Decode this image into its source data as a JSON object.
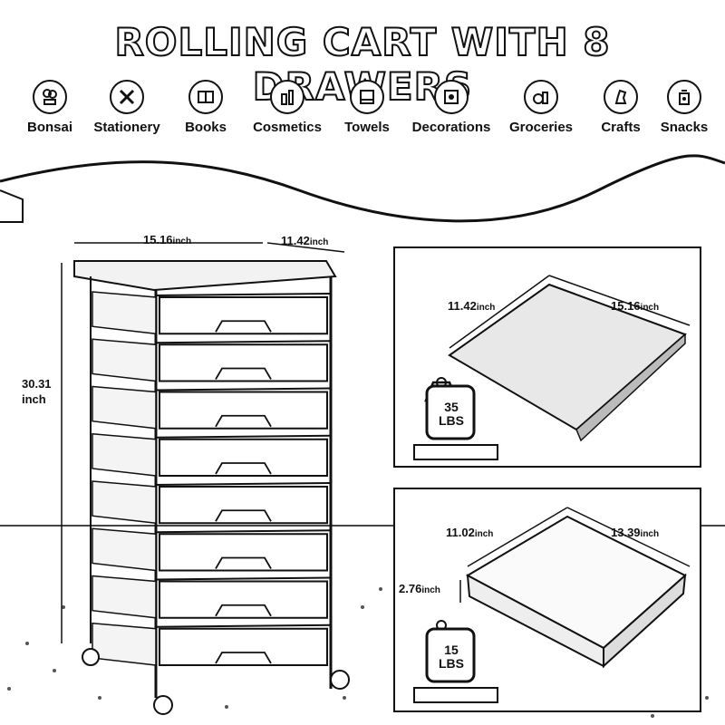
{
  "title": "ROLLING CART WITH 8 DRAWERS",
  "uses": [
    {
      "label": "Bonsai",
      "icon": "bonsai-icon"
    },
    {
      "label": "Stationery",
      "icon": "stationery-icon"
    },
    {
      "label": "Books",
      "icon": "books-icon"
    },
    {
      "label": "Cosmetics",
      "icon": "cosmetics-icon"
    },
    {
      "label": "Towels",
      "icon": "towels-icon"
    },
    {
      "label": "Decorations",
      "icon": "decorations-icon"
    },
    {
      "label": "Groceries",
      "icon": "groceries-icon"
    },
    {
      "label": "Crafts",
      "icon": "crafts-icon"
    },
    {
      "label": "Snacks",
      "icon": "snacks-icon"
    }
  ],
  "cart": {
    "width_value": "15.16",
    "width_unit": "inch",
    "depth_value": "11.42",
    "depth_unit": "inch",
    "height_value": "30.31",
    "height_unit": "inch",
    "drawer_count": 8
  },
  "top_panel": {
    "depth_value": "11.42",
    "depth_unit": "inch",
    "width_value": "15.16",
    "width_unit": "inch",
    "weight_value": "35",
    "weight_unit": "LBS"
  },
  "drawer_panel": {
    "depth_value": "11.02",
    "depth_unit": "inch",
    "width_value": "13.39",
    "width_unit": "inch",
    "height_value": "2.76",
    "height_unit": "inch",
    "weight_value": "15",
    "weight_unit": "LBS"
  }
}
